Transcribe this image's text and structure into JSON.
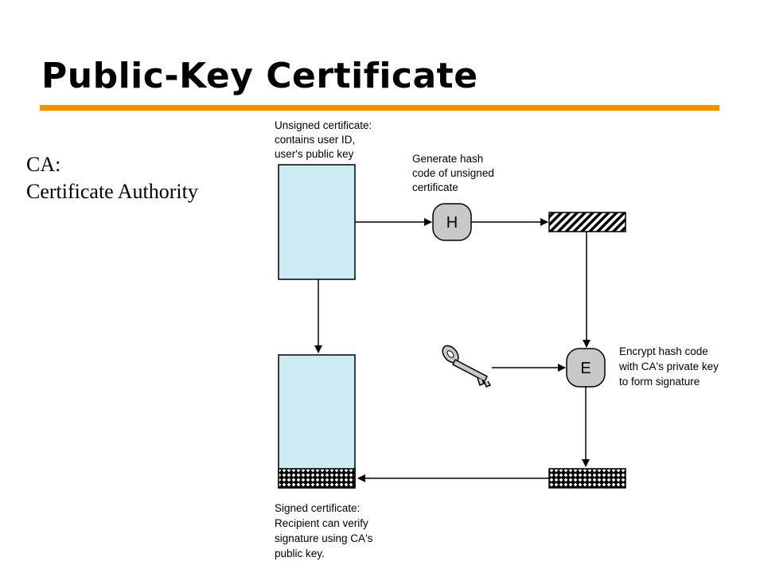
{
  "title": "Public-Key Certificate",
  "ca_note": {
    "line1": "CA:",
    "line2": "Certificate Authority"
  },
  "diagram": {
    "unsigned_label": [
      "Unsigned certificate:",
      "contains user ID,",
      "user's public key"
    ],
    "hash_label": [
      "Generate hash",
      "code of unsigned",
      "certificate"
    ],
    "hash_node": "H",
    "encrypt_node": "E",
    "encrypt_label": [
      "Encrypt hash code",
      "with CA's private key",
      "to form signature"
    ],
    "signed_label": [
      "Signed certificate:",
      "Recipient can verify",
      "signature using CA's",
      "public key."
    ],
    "key_icon": "key-icon"
  },
  "colors": {
    "accent_rule": "#f29100",
    "certificate_fill": "#cdebf2",
    "node_fill": "#c8c8c8"
  }
}
